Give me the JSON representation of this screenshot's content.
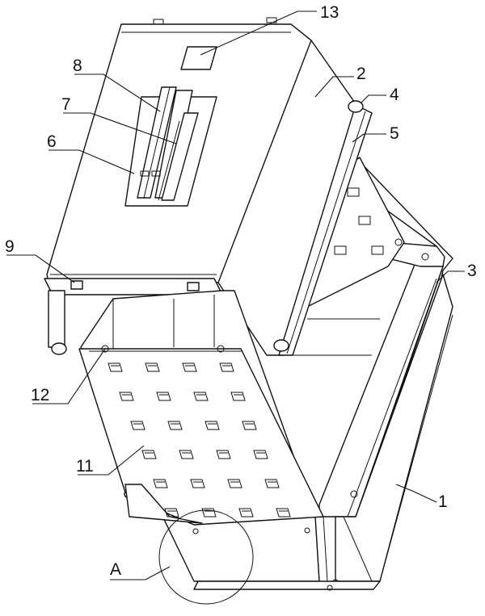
{
  "callouts": [
    {
      "id": "c13",
      "text": "13"
    },
    {
      "id": "c8",
      "text": "8"
    },
    {
      "id": "c7",
      "text": "7"
    },
    {
      "id": "c6",
      "text": "6"
    },
    {
      "id": "c2",
      "text": "2"
    },
    {
      "id": "c4",
      "text": "4"
    },
    {
      "id": "c5",
      "text": "5"
    },
    {
      "id": "c9",
      "text": "9"
    },
    {
      "id": "c3",
      "text": "3"
    },
    {
      "id": "c12",
      "text": "12"
    },
    {
      "id": "c11",
      "text": "11"
    },
    {
      "id": "c1",
      "text": "1"
    },
    {
      "id": "cA",
      "text": "A"
    }
  ]
}
